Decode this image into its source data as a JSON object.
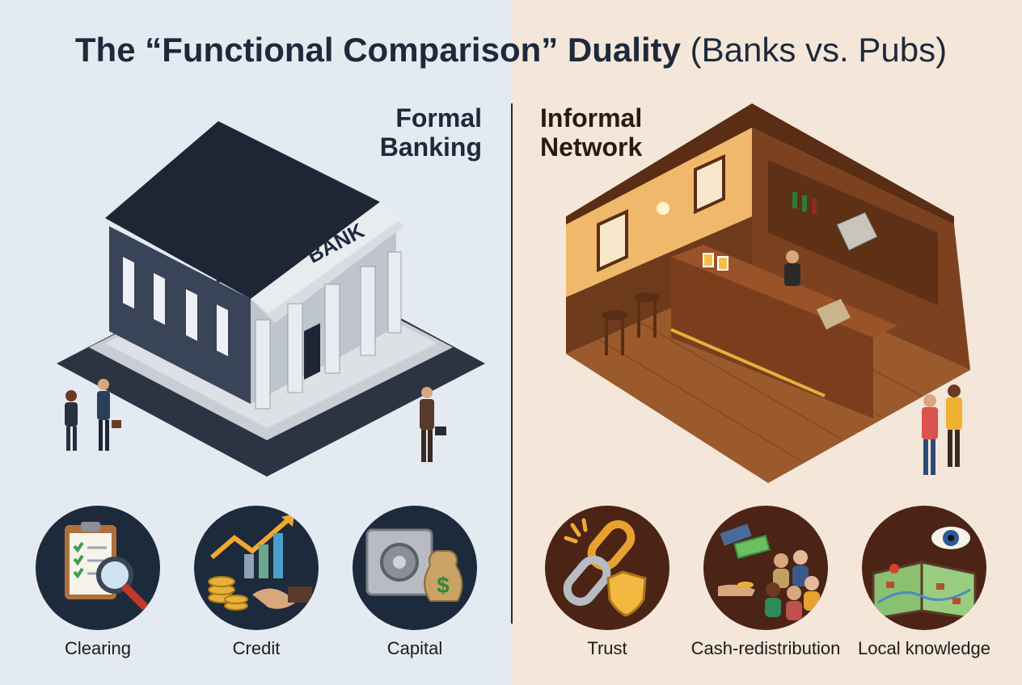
{
  "title": {
    "bold": "The “Functional Comparison” Duality",
    "light": "(Banks vs. Pubs)"
  },
  "formal": {
    "label_line1": "Formal",
    "label_line2": "Banking",
    "sign": "BANK",
    "items": [
      {
        "label": "Clearing",
        "icon": "clipboard-magnifier-icon"
      },
      {
        "label": "Credit",
        "icon": "coins-growth-chart-handshake-icon"
      },
      {
        "label": "Capital",
        "icon": "safe-money-bag-icon"
      }
    ]
  },
  "informal": {
    "label_line1": "Informal",
    "label_line2": "Network",
    "items": [
      {
        "label": "Trust",
        "icon": "chain-link-shield-icon"
      },
      {
        "label": "Cash-redistribution",
        "icon": "cash-handover-people-icon"
      },
      {
        "label": "Local knowledge",
        "icon": "map-book-eye-icon"
      }
    ]
  },
  "colors": {
    "navy": "#1d2a3c",
    "pub_brown": "#4b2416",
    "left_bg": "#e3eaf1",
    "right_bg": "#f5e6da"
  }
}
